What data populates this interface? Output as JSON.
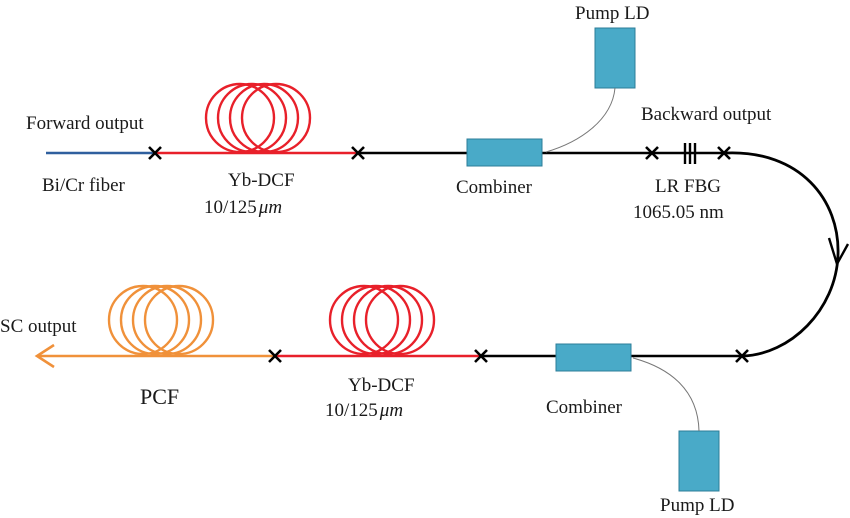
{
  "diagram": {
    "title": "Fiber laser supercontinuum setup",
    "colors": {
      "bi_cr_fiber": "#2f5f9e",
      "yb_dcf": "#e8202a",
      "pcf": "#f0913a",
      "passive_fiber": "#000000",
      "component_fill": "#49aac8",
      "component_stroke": "#2c7d98",
      "pump_lead": "#777777"
    },
    "labels": {
      "forward_output": "Forward output",
      "bi_cr_fiber": "Bi/Cr fiber",
      "yb_dcf_top_name": "Yb-DCF",
      "yb_dcf_top_spec": "10/125",
      "yb_dcf_top_unit": "μm",
      "combiner_top": "Combiner",
      "pump_ld_top": "Pump LD",
      "backward_output": "Backward output",
      "lr_fbg": "LR FBG",
      "lr_fbg_wavelength": "1065.05 nm",
      "sc_output": "SC output",
      "pcf": "PCF",
      "yb_dcf_bottom_name": "Yb-DCF",
      "yb_dcf_bottom_spec": "10/125",
      "yb_dcf_bottom_unit": "μm",
      "combiner_bottom": "Combiner",
      "pump_ld_bottom": "Pump LD"
    },
    "components": [
      {
        "id": "bi-cr-fiber",
        "type": "fiber",
        "name": "Bi/Cr fiber"
      },
      {
        "id": "yb-dcf-1",
        "type": "gain-fiber-coil",
        "name": "Yb-DCF 10/125 μm"
      },
      {
        "id": "combiner-1",
        "type": "pump-combiner",
        "name": "Combiner"
      },
      {
        "id": "pump-ld-1",
        "type": "pump-laser-diode",
        "name": "Pump LD"
      },
      {
        "id": "lr-fbg",
        "type": "fiber-bragg-grating",
        "name": "LR FBG 1065.05 nm"
      },
      {
        "id": "combiner-2",
        "type": "pump-combiner",
        "name": "Combiner"
      },
      {
        "id": "pump-ld-2",
        "type": "pump-laser-diode",
        "name": "Pump LD"
      },
      {
        "id": "yb-dcf-2",
        "type": "gain-fiber-coil",
        "name": "Yb-DCF 10/125 μm"
      },
      {
        "id": "pcf",
        "type": "photonic-crystal-fiber-coil",
        "name": "PCF"
      }
    ]
  }
}
